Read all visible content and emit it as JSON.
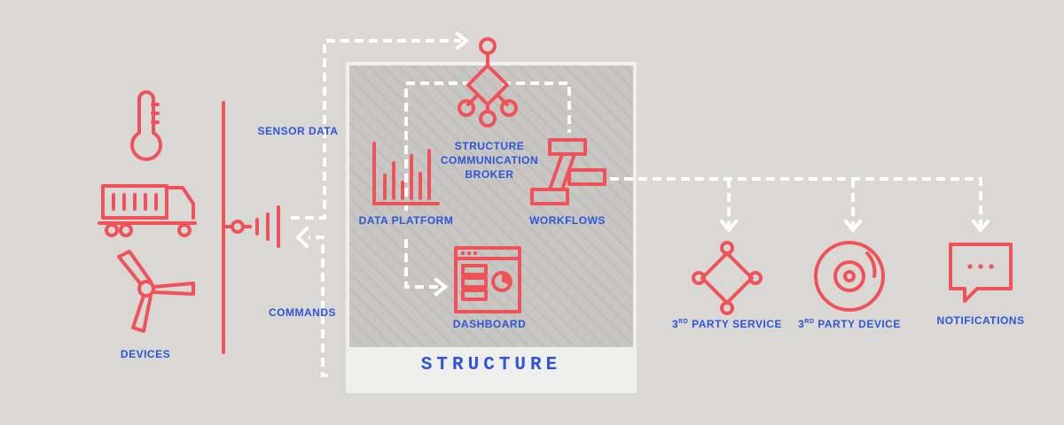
{
  "labels": {
    "devices": "DEVICES",
    "sensor_data": "SENSOR DATA",
    "commands": "COMMANDS",
    "data_platform": "DATA PLATFORM",
    "broker_line1": "STRUCTURE",
    "broker_line2": "COMMUNICATION",
    "broker_line3": "BROKER",
    "workflows": "WORKFLOWS",
    "dashboard": "DASHBOARD",
    "third_party_service_prefix": "3",
    "third_party_service_sup": "RD",
    "third_party_service_rest": " PARTY SERVICE",
    "third_party_device_prefix": "3",
    "third_party_device_sup": "RD",
    "third_party_device_rest": " PARTY DEVICE",
    "notifications": "NOTIFICATIONS",
    "structure_title": "STRUCTURE"
  },
  "colors": {
    "background": "#d9d8d4",
    "icon_red": "#f0525a",
    "label_blue": "#2e55d8",
    "connector_white": "#ffffff"
  },
  "icons": [
    "thermometer-icon",
    "truck-icon",
    "wind-turbine-icon",
    "antenna-icon",
    "bar-chart-icon",
    "broker-network-icon",
    "workflow-icon",
    "dashboard-icon",
    "service-network-icon",
    "disc-icon",
    "chat-bubble-icon"
  ]
}
